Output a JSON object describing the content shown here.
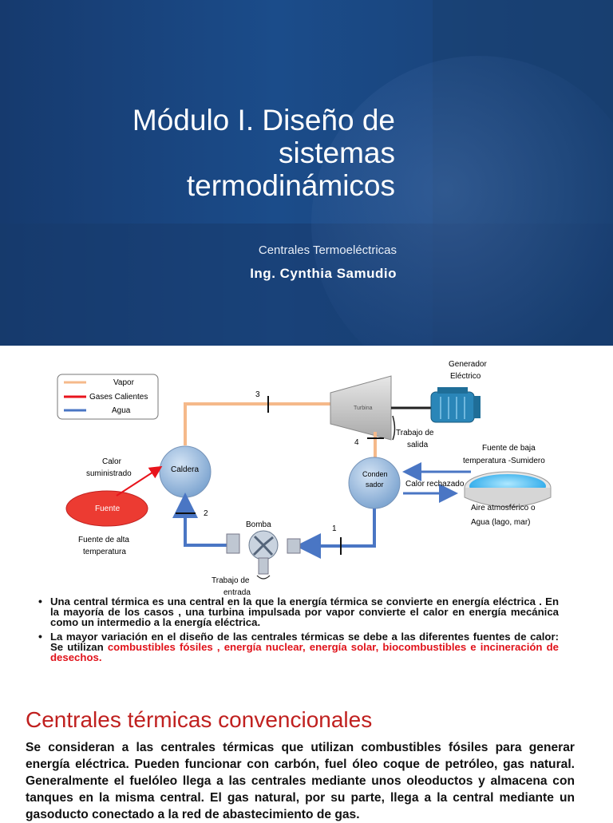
{
  "slide1": {
    "title_lines": [
      "Módulo I. Diseño de",
      "sistemas",
      "termodinámicos"
    ],
    "subtitle": "Centrales Termoeléctricas",
    "author": "Ing. Cynthia Samudio"
  },
  "diagram": {
    "legend": [
      "Vapor",
      "Gases Calientes",
      "Agua"
    ],
    "turbina": "Turbina",
    "generador": [
      "Generador",
      "Eléctrico"
    ],
    "trabajo_salida": [
      "Trabajo de",
      "salida"
    ],
    "caldera": "Caldera",
    "condensador": [
      "Conden",
      "sador"
    ],
    "calor_suministrado": [
      "Calor",
      "suministrado"
    ],
    "fuente": "Fuente",
    "fuente_alta": [
      "Fuente de alta",
      "temperatura"
    ],
    "bomba": "Bomba",
    "trabajo_entrada": [
      "Trabajo de",
      "entrada"
    ],
    "calor_rechazado": "Calor rechazado",
    "fuente_baja": [
      "Fuente de baja",
      "temperatura -Sumidero"
    ],
    "aire": [
      "Aire atmosférico o",
      "Agua (lago, mar)"
    ],
    "points": [
      "1",
      "2",
      "3",
      "4"
    ],
    "colors": {
      "vapor": "#f5b98a",
      "gases": "#e8141c",
      "agua": "#4a76c4"
    }
  },
  "bullets": {
    "b1": "Una central térmica es una central en la que la energía térmica se convierte en energía eléctrica . En la mayoría de los casos , una turbina impulsada por vapor convierte el calor en energía mecánica como un intermedio a la energía eléctrica.",
    "b2_prefix": "La mayor variación en el diseño de las centrales térmicas se debe a las diferentes fuentes de calor: Se utilizan ",
    "b2_red": "combustibles fósiles , energía nuclear, energía solar, biocombustibles e incineración de desechos."
  },
  "section_title": "Centrales térmicas convencionales",
  "paragraph": "Se consideran a las centrales térmicas que utilizan combustibles fósiles  para generar energía eléctrica.  Pueden funcionar con carbón, fuel óleo coque de petróleo, gas natural. Generalmente el fuelóleo llega a las centrales mediante unos oleoductos y almacena con tanques en la misma central. El gas natural, por su parte, llega a la central mediante un gasoducto conectado a la red de abastecimiento de gas."
}
